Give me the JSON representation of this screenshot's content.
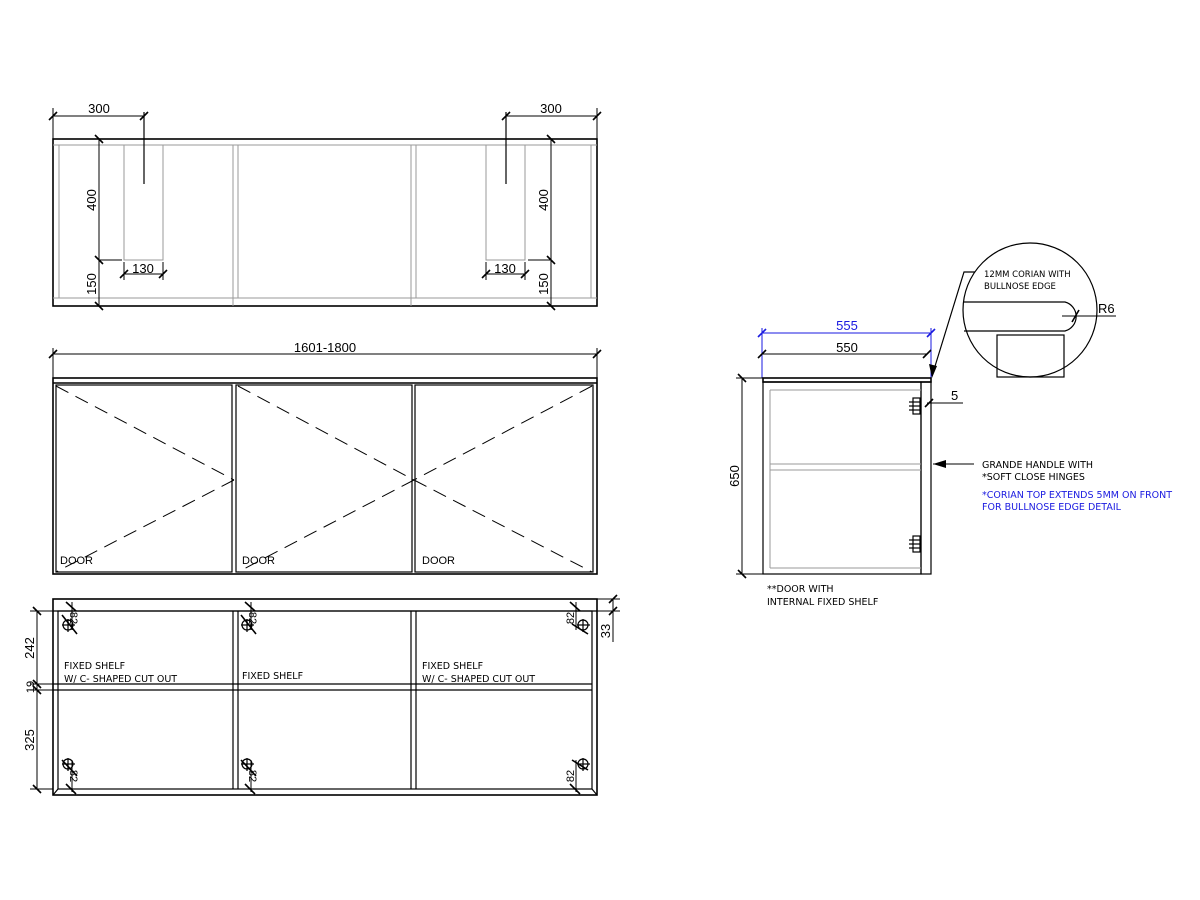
{
  "colors": {
    "line": "#000000",
    "inner_line": "#9a9a9a",
    "annotation_blue": "#1a1ae0",
    "background": "#ffffff"
  },
  "top_view": {
    "dims": {
      "left_offset": "300",
      "right_offset": "300",
      "left_depth": "400",
      "right_depth": "400",
      "left_cutout_width": "130",
      "right_cutout_width": "130",
      "left_bottom": "150",
      "right_bottom": "150"
    }
  },
  "front_view": {
    "overall_width": "1601-1800",
    "doors": [
      {
        "label": "DOOR"
      },
      {
        "label": "DOOR"
      },
      {
        "label": "DOOR"
      }
    ]
  },
  "interior_view": {
    "dims": {
      "upper_height": "242",
      "shelf_thickness": "19",
      "lower_height": "325",
      "top_rail": "33"
    },
    "hinge_offsets": [
      "82",
      "82",
      "82",
      "82",
      "82",
      "82"
    ],
    "shelves": [
      {
        "line1": "FIXED SHELF",
        "line2": "W/ C- SHAPED CUT OUT"
      },
      {
        "line1": "FIXED SHELF",
        "line2": ""
      },
      {
        "line1": "FIXED SHELF",
        "line2": "W/ C- SHAPED CUT OUT"
      }
    ]
  },
  "side_view": {
    "dims": {
      "top_width": "555",
      "body_width": "550",
      "height": "650",
      "overhang": "5"
    },
    "note_door": {
      "line1": "**DOOR WITH",
      "line2": "INTERNAL FIXED SHELF"
    },
    "note_handle": {
      "line1": "GRANDE HANDLE WITH",
      "line2": "*SOFT CLOSE HINGES"
    },
    "note_corian": {
      "line1": "*CORIAN TOP EXTENDS 5MM ON FRONT",
      "line2": "FOR BULLNOSE EDGE DETAIL"
    }
  },
  "detail": {
    "label_line1": "12MM CORIAN WITH",
    "label_line2": "BULLNOSE EDGE",
    "radius": "R6"
  }
}
